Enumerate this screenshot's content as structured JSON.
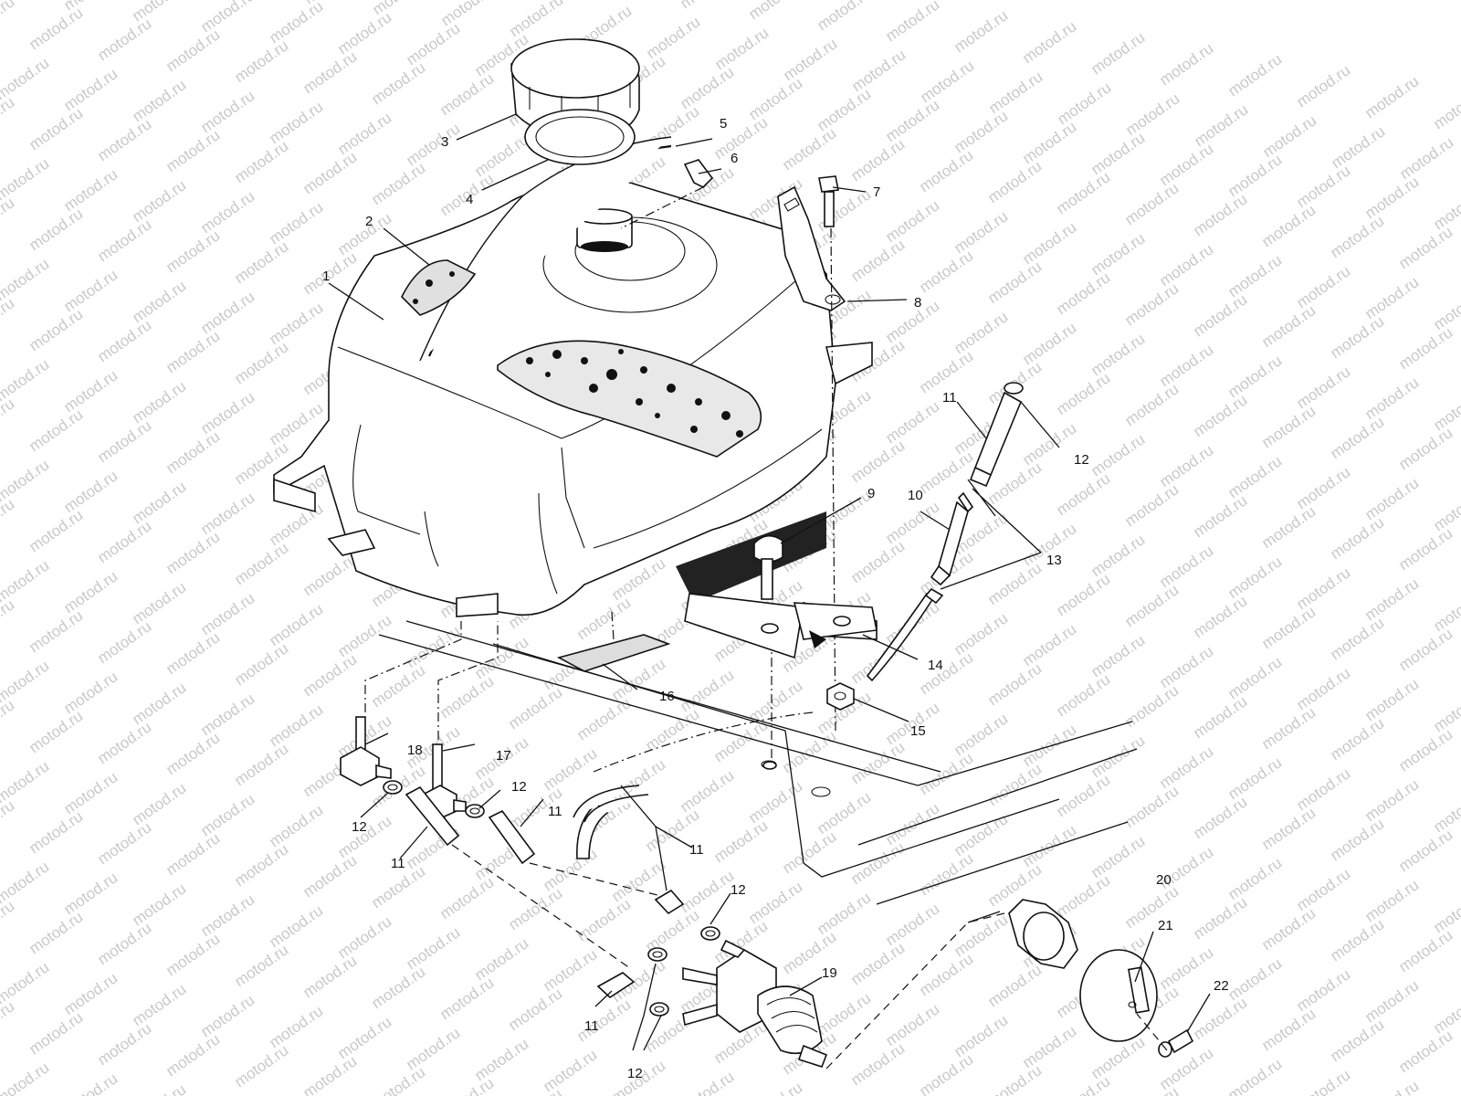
{
  "watermark": "motod.ru",
  "callouts": [
    "1",
    "2",
    "3",
    "4",
    "5",
    "6",
    "7",
    "8",
    "9",
    "10",
    "11",
    "12",
    "13",
    "14",
    "15",
    "16",
    "17",
    "18",
    "19",
    "20",
    "21",
    "22"
  ]
}
